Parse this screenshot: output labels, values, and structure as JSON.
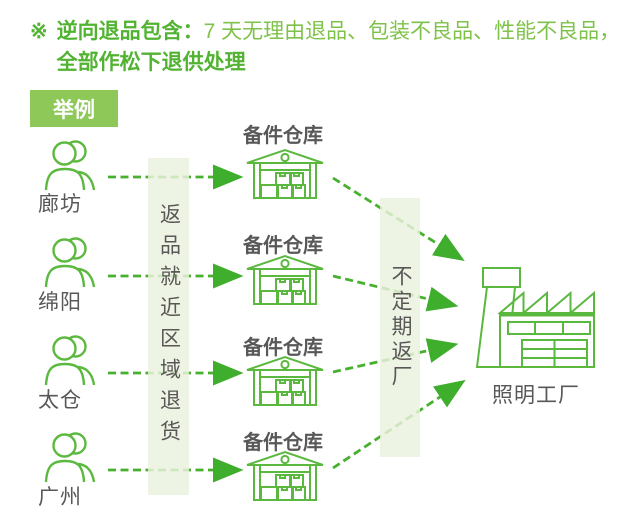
{
  "note": {
    "marker": "※",
    "lead": "逆向退品包含：",
    "body": "7 天无理由退品、包装不良品、性能不良品，",
    "tail": "全部作松下退供处理"
  },
  "badge": {
    "label": "举例"
  },
  "flow": {
    "origins": [
      {
        "label": "廊坊"
      },
      {
        "label": "绵阳"
      },
      {
        "label": "太仓"
      },
      {
        "label": "广州"
      }
    ],
    "warehouses": [
      {
        "label": "备件仓库"
      },
      {
        "label": "备件仓库"
      },
      {
        "label": "备件仓库"
      },
      {
        "label": "备件仓库"
      }
    ],
    "stage1_band": {
      "label": "返品就近区域退货"
    },
    "stage2_band": {
      "label": "不定期返厂"
    },
    "factory": {
      "label": "照明工厂"
    }
  },
  "icons": {
    "person": "person-outline-icon",
    "warehouse": "warehouse-icon",
    "factory": "factory-icon",
    "arrow": "dashed-arrow-icon"
  },
  "colors": {
    "accent_green": "#52b332",
    "light_green": "#7fc24a",
    "badge_green": "#8dc858",
    "icon_green": "#5cb93f",
    "arrow_green": "#47b02f",
    "band_bg": "#eaf2de",
    "text_gray": "#595757"
  }
}
